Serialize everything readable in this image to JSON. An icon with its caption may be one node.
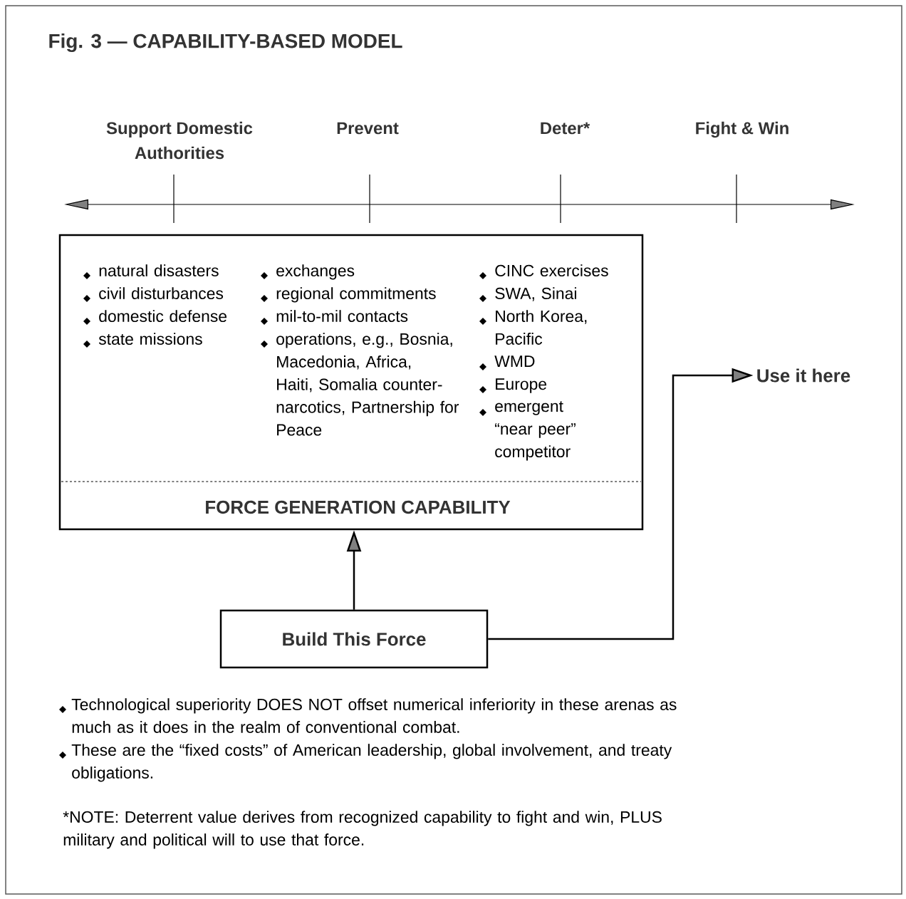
{
  "diagram": {
    "title": "Fig. 3 — CAPABILITY-BASED MODEL",
    "nodes": [
      {
        "text": [
          "natural disasters",
          "civil disturbances",
          "domestic defense",
          "state missions",
          "exchanges",
          "regional commitments",
          "mil-to-mil contacts",
          "operations, e.g., Bosnia, Macedonia, Africa, Haiti, Somalia counter-narcotics, Partnership for Peace",
          "CINC exercises",
          "SWA, Sinai",
          "North Korea, Pacific",
          "WMD",
          "Europe",
          "emergent “near peer” competitor",
          "FORCE GENERATION CAPABILITY"
        ]
      },
      {
        "text": [
          "Build This Force"
        ]
      },
      {
        "text": [
          "Use it here"
        ]
      }
    ],
    "edges": [
      {
        "from": 1,
        "to": 0,
        "arrow": "to"
      },
      {
        "from": 1,
        "to": 2,
        "arrow": "to"
      }
    ],
    "labels": [
      "Support Domestic Authorities",
      "Prevent",
      "Deter*",
      "Fight & Win",
      "Technological superiority DOES NOT offset numerical inferiority in these arenas as much as it does in the realm of conventional combat.",
      "These are the “fixed costs” of American leadership, global involvement, and treaty obligations.",
      "*NOTE: Deterrent value derives from recognized capability to fight and win, PLUS military and political will to use that force."
    ]
  }
}
